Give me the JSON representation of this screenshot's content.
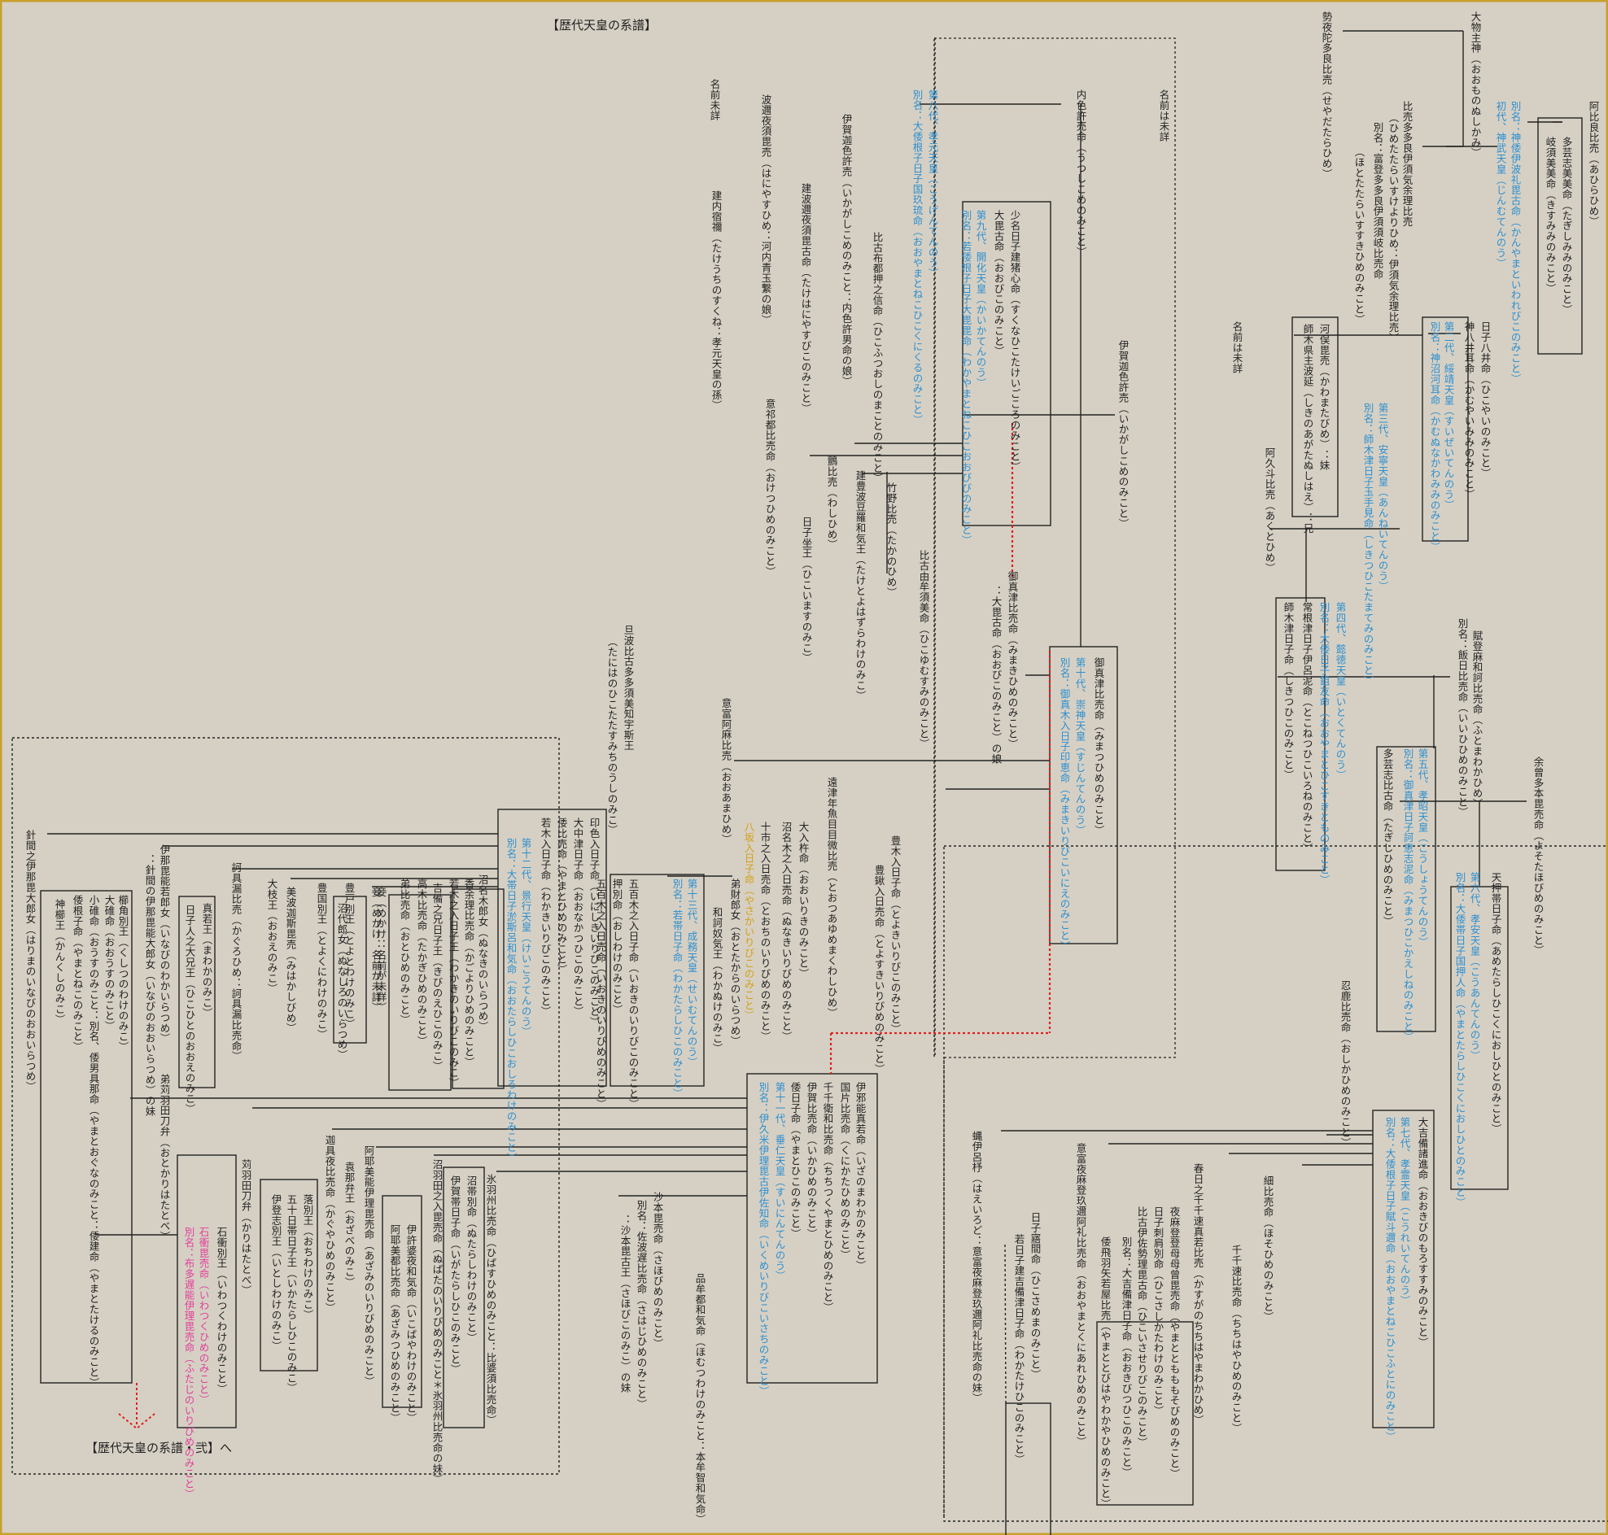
{
  "title": "【歴代天皇の系譜】",
  "footer": "【歴代天皇の系譜・弐】へ",
  "colors": {
    "background": "#d6d0c4",
    "border": "#c8a02c",
    "line": "#222222",
    "text": "#222222",
    "emperor": "#2c8fd0",
    "yamato_takeru_line": "#d4a017",
    "pink": "#e0409a",
    "red_dotted": "#e02020"
  },
  "people": [
    {
      "t": "阿比良比売（あひらひめ）"
    },
    {
      "t": "多芸志美美命（たぎしみみのみこと）"
    },
    {
      "t": "岐須美美命（きすみみのみこと）"
    },
    {
      "t": "初代、神武天皇（じんむてんのう）"
    },
    {
      "t": "別名：神倭伊波礼毘古命（かんやまといわれびこのみこと）"
    },
    {
      "t": "大物主神（おおものぬしかみ）"
    },
    {
      "t": "勢夜陀多良比売（せやだたらひめ）"
    },
    {
      "t": "比売多多良伊須気余理比売"
    },
    {
      "t": "（ひめたたらいすけよりひめ：伊須気余理比売）"
    },
    {
      "t": "別名：富登多多良伊須須岐比売命"
    },
    {
      "t": "（ほとたたらいすすきひめのみこと）"
    },
    {
      "t": "日子八井命（ひこやいのみこと）"
    },
    {
      "t": "神八井耳命（かむやいみみのみこと）"
    },
    {
      "t": "第二代、綏靖天皇（すいぜいてんのう）"
    },
    {
      "t": "別名：神沼河耳命（かむぬなかわみみのみこと）"
    },
    {
      "t": "名前は未詳"
    },
    {
      "t": "河俣毘売（かわまたびめ）：妹"
    },
    {
      "t": "師木県主波延（しきのあがたぬしはえ）：兄"
    },
    {
      "t": "第三代、安寧天皇（あんねいてんのう）"
    },
    {
      "t": "別名：師木津日子玉手見命（しきつひこたまてみのみこと）"
    },
    {
      "t": "阿久斗比売（あくとひめ）"
    },
    {
      "t": "第四代、懿徳天皇（いとくてんのう）"
    },
    {
      "t": "別名：大倭日子鉏友命（おおやまとひこすきとものみこと）"
    },
    {
      "t": "常根津日子伊呂泥命（とこねつひこいろねのみこと）"
    },
    {
      "t": "師木津日子命（しきつひこのみこと）"
    },
    {
      "t": "賦登麻和訶比売命（ふとまわかひめ）"
    },
    {
      "t": "別名：飯日比売命（いいひひめのみこと）"
    },
    {
      "t": "第五代、孝昭天皇（こうしょうてんのう）"
    },
    {
      "t": "別名：御真津日子訶恵志泥命（みまつひこかえしねのみこと）"
    },
    {
      "t": "多芸志比古命（たぎしひめのみこと）"
    },
    {
      "t": "余曾多本毘売命（よそたほびめのみこと）"
    },
    {
      "t": "天押帯日子命（あめたらしひこくにおしひとのみこと）"
    },
    {
      "t": "第六代、孝安天皇（こうあんてんのう）"
    },
    {
      "t": "別名：大倭帯日子国押人命（やまとたらしひこくにおしひとのみこと）"
    },
    {
      "t": "忍鹿比売命（おしかひめのみこと）"
    },
    {
      "t": "大吉備諸進命（おおきびのもろすすみのみこと）"
    },
    {
      "t": "第七代、孝霊天皇（こうれいてんのう）"
    },
    {
      "t": "別名：大倭根子日子賦斗邇命（おおやまとねこひこふとにのみこと）"
    },
    {
      "t": "細比売命（ほそひめのみこと）"
    },
    {
      "t": "千千速比売命（ちちはやひめのみこと）"
    },
    {
      "t": "春日之千千速真若比売（かすがのちちはやまわかひめ）"
    },
    {
      "t": "夜麻登登母母曾毘売命（やまとともももそびめのみこと）"
    },
    {
      "t": "日子刺肩別命（ひこさしかたわけのみこと）"
    },
    {
      "t": "比古伊佐勢理毘古命（ひこいさせりびこのみこと）"
    },
    {
      "t": "別名：大吉備津日子命（おおきびつひこのみこと）"
    },
    {
      "t": "倭飛羽矢若屋比売（やまととびはやわかやひめのみこと）"
    },
    {
      "t": "意富夜麻登玖邇阿礼比売命（おおやまとくにあれひめのみこと）"
    },
    {
      "t": "日子寤間命（ひこさめまのみこと）"
    },
    {
      "t": "若日子建吉備津日子命（わかたけひこのみこと）"
    },
    {
      "t": "蝿伊呂杼（はえいろど：意富夜麻登玖邇阿礼比売命の妹）"
    },
    {
      "t": "第八代、孝元天皇（こうげんてんのう）"
    },
    {
      "t": "別名：大倭根子日子国玖琉命（おおやまとねこひこくにくるのみこと）"
    },
    {
      "t": "内色許売命（うつしこめのみこと）"
    },
    {
      "t": "名前は未詳"
    },
    {
      "t": "波邇夜須毘売（はにやすひめ：河内青玉繋の娘）"
    },
    {
      "t": "名前未詳"
    },
    {
      "t": "建内宿禰（たけうちのすくね：孝元天皇の孫）"
    },
    {
      "t": "伊賀迦色許売（いかがしこめのみこと：内色許男命の娘）"
    },
    {
      "t": "建波邇夜須毘古命（たけはにやすびこのみこと）"
    },
    {
      "t": "比古布都押之信命（ひこふつおしのまことのみこと）"
    },
    {
      "t": "少名日子建猪心命（すくなひこたけいごころのみこと）"
    },
    {
      "t": "大毘古命（おおびこのみこと）"
    },
    {
      "t": "第九代、開化天皇（かいかてんのう）"
    },
    {
      "t": "別名：若倭根子日子大毘毘命（わかやまとねこひこおおびびのみこと）"
    },
    {
      "t": "伊賀迦色許売（いかがしこめのみこと）"
    },
    {
      "t": "意祁都比売命（おけつひめのみこと）"
    },
    {
      "t": "日子坐王（ひこいますのみこ）"
    },
    {
      "t": "鸇比売（わしひめ）"
    },
    {
      "t": "建豊波豆羅和気王（たけとよはずらわけのみこ）"
    },
    {
      "t": "竹野比売（たかのひめ）"
    },
    {
      "t": "比古由牟須美命（ひこゆむすみのみこと）"
    },
    {
      "t": "御真津比売命（みまきひめのみこと）"
    },
    {
      "t": "：大毘古命（おおびこのみこと）の娘"
    },
    {
      "t": "御真津比売命（みまつひめのみこと）"
    },
    {
      "t": "第十代、崇神天皇（すじんてんのう）"
    },
    {
      "t": "別名：御真木入日子印恵命（みまきいりびこいにえのみこと）"
    },
    {
      "t": "意富阿麻比売（おおあまひめ）"
    },
    {
      "t": "遠津年魚目目微比売（とおつあゆめまくわしひめ）"
    },
    {
      "t": "豊木入日子命（とよきいりびこのみこと）"
    },
    {
      "t": "豊鍬入日売命（とよすきいりびめのみこと）"
    },
    {
      "t": "旦波比古多多須美知宇斯王"
    },
    {
      "t": "（たにはのひこたたすみちのうしのみこ）"
    },
    {
      "t": "大入杵命（おおいりきのみこと）"
    },
    {
      "t": "沼名木之入日売命（ぬなきいりびめのみこと）"
    },
    {
      "t": "十市之入日売命（とおちのいりびめのみこと）"
    },
    {
      "t": "八坂入日子命（やさかいりびこのみこと）"
    },
    {
      "t": "弟財郎女（おとたからのいらつめ）"
    },
    {
      "t": "和訶奴気王（わかぬけのみこ）"
    },
    {
      "t": "第十三代、成務天皇（せいむてんのう）"
    },
    {
      "t": "別名：若帯日子命（わかたらしひこのみこと）"
    },
    {
      "t": "五百木之入日子命（いおきのいりびこのみこと）"
    },
    {
      "t": "押別命（おしわけのみこと）"
    },
    {
      "t": "五百木之入日売命（いおきのいりびめのみこと）"
    },
    {
      "t": "印色入日子命（いにしきいりびこのみこと）"
    },
    {
      "t": "大中津日子命（おおなかつひこのみこと）"
    },
    {
      "t": "倭比売命（やまとひめのみこと）"
    },
    {
      "t": "若木入日子命（わかきいりびこのみこと）"
    },
    {
      "t": "第十二代、景行天皇（けいこうてんのう）"
    },
    {
      "t": "別名：大帯日子淤斯呂和気命（おおたらしひこおしろわけのみこと）"
    },
    {
      "t": "沼名木郎女（ぬなきのいらつめ）"
    },
    {
      "t": "香余理比売命（かごよりひめのみこと）"
    },
    {
      "t": "若木之入日子王（わかきのいりびこのみこ）"
    },
    {
      "t": "吉備之兄日子王（きびのえひこのみこ）"
    },
    {
      "t": "高木比売命（たかぎひめのみこと）"
    },
    {
      "t": "弟比売命（おとひめのみこと）"
    },
    {
      "t": "妾（めかけ：名前が未詳）"
    },
    {
      "t": "豊戸別王（とよとわけのみこ）"
    },
    {
      "t": "沼代郎女（ぬなしろのいらつめ）"
    },
    {
      "t": "妾（めかけ：名前が未詳）"
    },
    {
      "t": "豊国別王（とよくにわけのみこ）"
    },
    {
      "t": "美波迦斯毘売（みはかしびめ）"
    },
    {
      "t": "大枝王（おおえのみこ）"
    },
    {
      "t": "訶具漏比売（かぐろひめ：訶具漏比売命）"
    },
    {
      "t": "真若王（まわかのみこ）"
    },
    {
      "t": "日子人之大兄王（ひこひとのおおえのみこ）"
    },
    {
      "t": "伊那毘能若郎女（いなびのわかいらつめ）"
    },
    {
      "t": "：針間の伊那毘能大郎女（いなびのおおいらつめ）の妹"
    },
    {
      "t": "櫛角別王（くしつのわけのみこ）"
    },
    {
      "t": "大碓命（おおうすのみこと）"
    },
    {
      "t": "小碓命（おうすのみこと：別名、倭男具那命（やまとおぐなのみこと：倭建命（やまとたけるのみこと）"
    },
    {
      "t": "倭根子命（やまとねこのみこと）"
    },
    {
      "t": "神櫛王（かんくしのみこ）"
    },
    {
      "t": "針間之伊那毘大郎女（はりまのいなびのおおいらつめ）"
    },
    {
      "t": "伊邪能真若命（いざのまわかのみこと）"
    },
    {
      "t": "国片比売命（くにかたひめのみこと）"
    },
    {
      "t": "千千衛和比売命（ちちつくやまとひめのみこと）"
    },
    {
      "t": "伊賀比売命（いかひめのみこと）"
    },
    {
      "t": "倭日子命（やまとひこのみこと）"
    },
    {
      "t": "第十一代、垂仁天皇（すいにんてんのう）"
    },
    {
      "t": "別名：伊久米伊理毘古伊佐知命（いくめいりびこいさちのみこと）"
    },
    {
      "t": "沙本毘売命（さほびめのみこと）"
    },
    {
      "t": "別名：佐波遅比売命（さはじひめのみこと）"
    },
    {
      "t": "：沙本毘古王（さほびこのみこ）の妹"
    },
    {
      "t": "品牟都和気命（ほむつわけのみこと：本牟智和気命）"
    },
    {
      "t": "氷羽州比売命（ひばすひめのみこと：比婆須比売命）"
    },
    {
      "t": "沼帯別命（ぬたらしわけのみこと）"
    },
    {
      "t": "伊賀帯日子命（いがたらしひこのみこと）"
    },
    {
      "t": "沼羽田之入毘売命（ぬばたのいりびめのみこと＊氷羽州比売命の妹）"
    },
    {
      "t": "伊許婆夜和気命（いこばやわけのみこと）"
    },
    {
      "t": "阿耶美都比売命（あざみつひめのみこと）"
    },
    {
      "t": "阿耶美能伊理毘売命（あざみのいりびめのみこと）"
    },
    {
      "t": "袁那弁王（おざべのみこ）"
    },
    {
      "t": "迦具夜比売命（かぐやひめのみこと）"
    },
    {
      "t": "落別王（おちわけのみこ）"
    },
    {
      "t": "五十日帯日子王（いかたらしひこのみこ）"
    },
    {
      "t": "伊登志別王（いとしわけのみこ）"
    },
    {
      "t": "苅羽田刀弁（かりはたとべ）"
    },
    {
      "t": "石衝別王（いわつくわけのみこと）"
    },
    {
      "t": "石衝毘売命（いわつくひめのみこと）"
    },
    {
      "t": "別名：布多遅能伊理毘売命（ふたじのいりびめのみこと）"
    },
    {
      "t": "弟苅羽田刀弁（おとかりはたとべ）"
    }
  ]
}
